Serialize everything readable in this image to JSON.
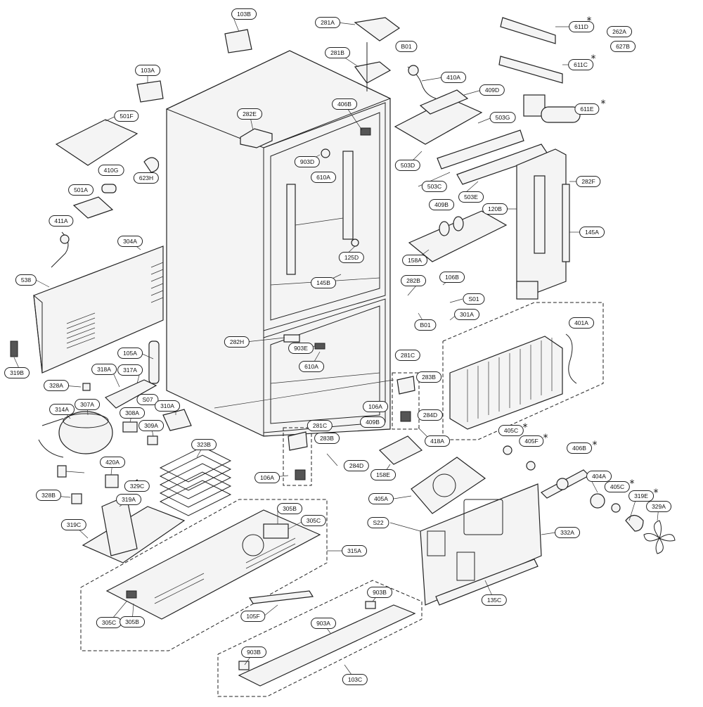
{
  "diagram": {
    "labels": [
      "103B",
      "281A",
      "611D",
      "262A",
      "627B",
      "B01",
      "281B",
      "410A",
      "611C",
      "103A",
      "409D",
      "611E",
      "406B",
      "282E",
      "501F",
      "503G",
      "903D",
      "610A",
      "503D",
      "503C",
      "503E",
      "410G",
      "623H",
      "282F",
      "120B",
      "501A",
      "409B",
      "145A",
      "411A",
      "304A",
      "125D",
      "158A",
      "145B",
      "538",
      "282B",
      "106B",
      "S01",
      "B01",
      "301A",
      "401A",
      "282H",
      "903E",
      "610A",
      "105A",
      "319B",
      "318A",
      "317A",
      "281C",
      "283B",
      "328A",
      "S07",
      "310A",
      "106A",
      "284D",
      "314A",
      "307A",
      "308A",
      "409B",
      "309A",
      "281C",
      "283B",
      "418A",
      "405C",
      "405F",
      "406B",
      "323B",
      "284D",
      "420A",
      "158E",
      "404A",
      "106A",
      "329C",
      "405C",
      "319E",
      "329A",
      "328B",
      "319A",
      "405A",
      "305B",
      "305C",
      "S22",
      "332A",
      "319C",
      "315A",
      "135C",
      "903B",
      "105F",
      "305C",
      "305B",
      "903A",
      "903B",
      "103C"
    ],
    "star": "*"
  }
}
